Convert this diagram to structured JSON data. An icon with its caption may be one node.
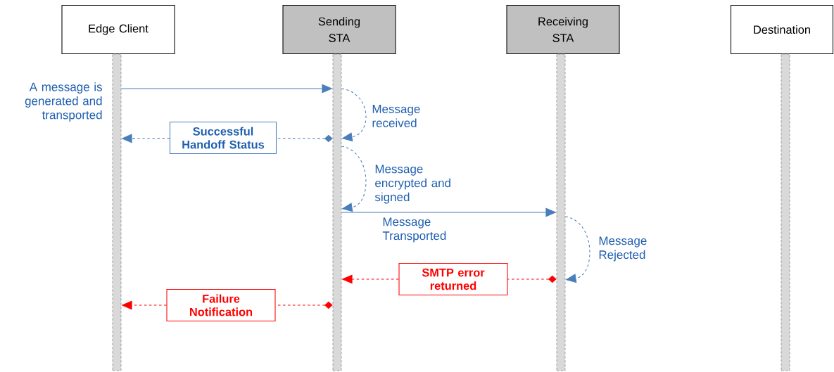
{
  "diagram": {
    "nodes": [
      {
        "text": [
          "Edge Client"
        ]
      },
      {
        "text": [
          "Sending STA"
        ]
      },
      {
        "text": [
          "Receiving STA"
        ]
      },
      {
        "text": [
          "Destination"
        ]
      },
      {
        "text": [],
        "shape": "bar"
      },
      {
        "text": [],
        "shape": "bar"
      },
      {
        "text": [],
        "shape": "bar"
      },
      {
        "text": [],
        "shape": "bar"
      },
      {
        "text": [
          "Successful Handoff Status"
        ]
      },
      {
        "text": [
          "SMTP error returned"
        ]
      },
      {
        "text": [
          "Failure Notification"
        ]
      }
    ],
    "edges": [
      {
        "from": 4,
        "to": 5,
        "arrow": "to",
        "label": "A message is generated and transported"
      },
      {
        "from": 5,
        "to": 5,
        "arrow": "to",
        "style": "dashed",
        "label": "Message received"
      },
      {
        "from": 5,
        "to": 8,
        "arrow": "other",
        "style": "dashed"
      },
      {
        "from": 8,
        "to": 4,
        "arrow": "to",
        "style": "dashed"
      },
      {
        "from": 5,
        "to": 5,
        "arrow": "to",
        "style": "dashed",
        "label": "Message encrypted and signed"
      },
      {
        "from": 5,
        "to": 6,
        "arrow": "to",
        "label": "Message Transported"
      },
      {
        "from": 6,
        "to": 6,
        "arrow": "to",
        "style": "dashed",
        "label": "Message Rejected"
      },
      {
        "from": 6,
        "to": 9,
        "arrow": "other",
        "style": "dashed",
        "color": "#ff0000"
      },
      {
        "from": 9,
        "to": 5,
        "arrow": "to",
        "style": "dashed",
        "color": "#ff0000"
      },
      {
        "from": 5,
        "to": 10,
        "arrow": "other",
        "style": "dashed",
        "color": "#ff0000"
      },
      {
        "from": 10,
        "to": 4,
        "arrow": "to",
        "style": "dashed",
        "color": "#ff0000"
      }
    ]
  }
}
